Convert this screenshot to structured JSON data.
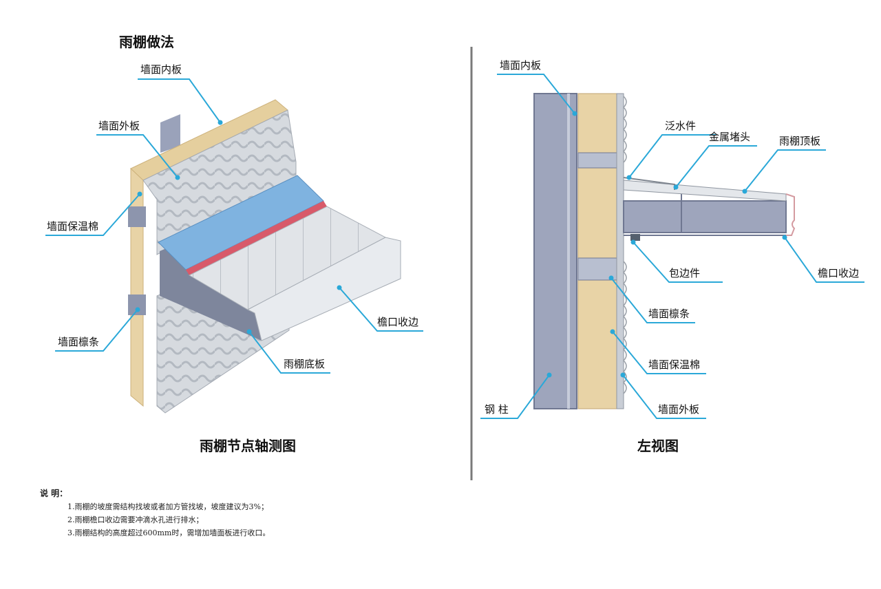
{
  "page_title": "雨棚做法",
  "left": {
    "caption": "雨棚节点轴测图",
    "labels": {
      "wall_inner": "墙面内板",
      "wall_outer": "墙面外板",
      "insulation": "墙面保温棉",
      "purlin": "墙面檩条",
      "eave_trim": "檐口收边",
      "bottom_panel": "雨棚底板"
    }
  },
  "right": {
    "caption": "左视图",
    "labels": {
      "wall_inner": "墙面内板",
      "flashing": "泛水件",
      "end_cap": "金属堵头",
      "top_panel": "雨棚顶板",
      "edge_wrap": "包边件",
      "eave_trim": "檐口收边",
      "purlin": "墙面檩条",
      "insulation": "墙面保温棉",
      "steel_column": "钢 柱",
      "wall_outer": "墙面外板"
    }
  },
  "notes": {
    "heading": "说 明：",
    "items": [
      "1.雨棚的坡度需结构找坡或者加方管找坡，坡度建议为3%；",
      "2.雨棚檐口收边需要冲滴水孔进行排水；",
      "3.雨棚结构的高度超过600mm时，需增加墙面板进行收口。"
    ]
  },
  "colors": {
    "leader": "#2aa8d8",
    "insulation": "#e8d3a6",
    "steel": "#9ea5bc",
    "roof_panel": "#7fb3e0",
    "corrugated": "#d9dde2",
    "divider": "#7a7a7a"
  }
}
